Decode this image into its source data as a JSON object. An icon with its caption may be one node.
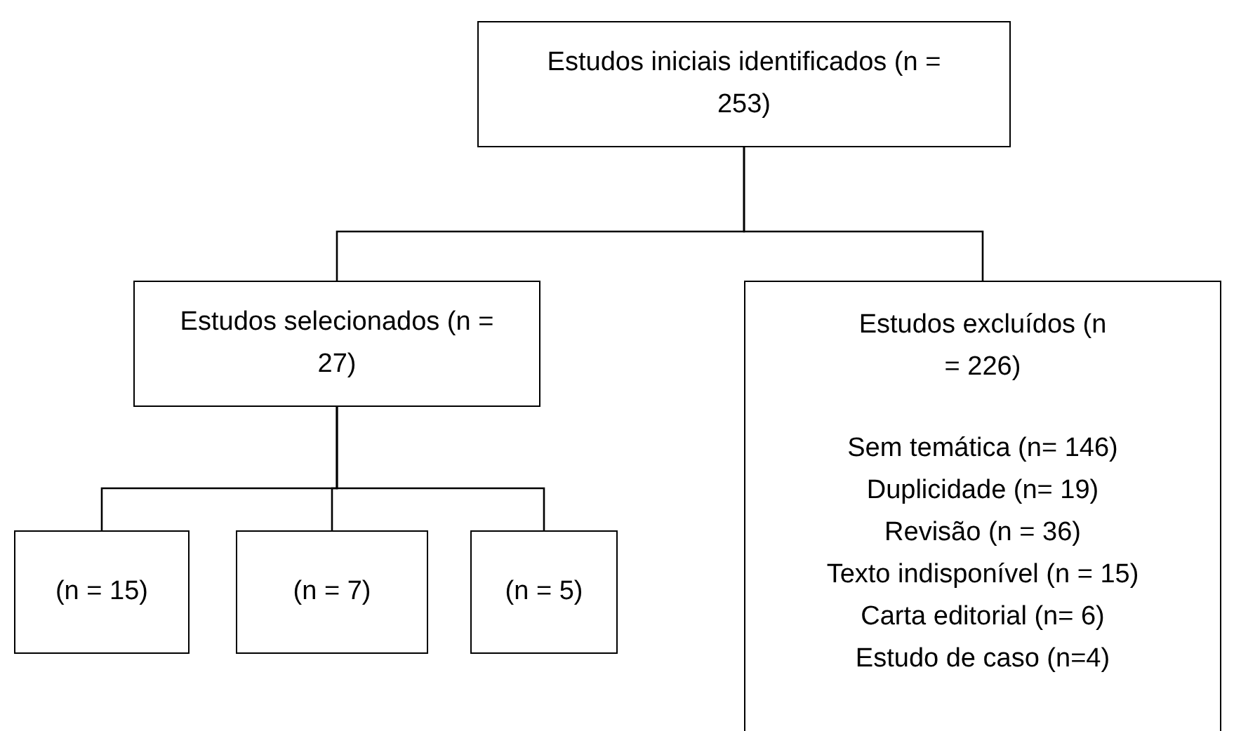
{
  "diagram": {
    "nodes": [
      {
        "text": [
          "Estudos iniciais identificados (n = 253)"
        ]
      },
      {
        "text": [
          "Estudos selecionados (n = 27)"
        ]
      },
      {
        "text": [
          "Estudos excluídos (n = 226)",
          "Sem temática  (n= 146)",
          "Duplicidade (n= 19)",
          "Revisão (n = 36)",
          "Texto indisponível (n = 15)",
          "Carta editorial (n= 6)",
          "Estudo de caso (n=4)"
        ]
      },
      {
        "text": [
          "(n = 15)"
        ]
      },
      {
        "text": [
          "(n = 7)"
        ]
      },
      {
        "text": [
          "(n = 5)"
        ]
      }
    ],
    "edges": [
      {
        "from": 0,
        "to": 1,
        "arrow": "none"
      },
      {
        "from": 0,
        "to": 2,
        "arrow": "none"
      },
      {
        "from": 1,
        "to": 3,
        "arrow": "none"
      },
      {
        "from": 1,
        "to": 4,
        "arrow": "none"
      },
      {
        "from": 1,
        "to": 5,
        "arrow": "none"
      }
    ]
  }
}
